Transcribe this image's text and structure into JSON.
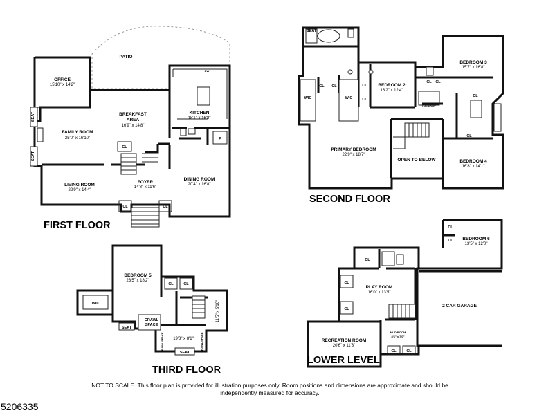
{
  "floors": {
    "first": {
      "title": "FIRST FLOOR",
      "rooms": {
        "patio": "PATIO",
        "office": {
          "name": "OFFICE",
          "dims": "15'10\" x 14'2\""
        },
        "breakfast": {
          "name1": "BREAKFAST",
          "name2": "AREA",
          "dims": "16'9\" x 14'8\""
        },
        "kitchen": {
          "name": "KITCHEN",
          "dims": "18'1\" x 16'8\""
        },
        "family": {
          "name": "FAMILY ROOM",
          "dims": "25'0\" x 16'10\""
        },
        "living": {
          "name": "LIVING ROOM",
          "dims": "22'9\" x 14'4\""
        },
        "foyer": {
          "name": "FOYER",
          "dims": "14'8\" x 11'6\""
        },
        "dining": {
          "name": "DINING ROOM",
          "dims": "20'4\" x 16'8\""
        }
      },
      "seat": "SEAT",
      "closet": "CL",
      "dishwasher": "DW",
      "pantry": "P"
    },
    "second": {
      "title": "SECOND FLOOR",
      "rooms": {
        "bedroom2": {
          "name": "BEDROOM 2",
          "dims": "13'2\" x 12'4\""
        },
        "bedroom3": {
          "name": "BEDROOM 3",
          "dims": "15'7\" x 16'8\""
        },
        "primary": {
          "name": "PRIMARY BEDROOM",
          "dims": "22'9\" x 18'7\""
        },
        "open": "OPEN TO BELOW",
        "bedroom4": {
          "name": "BEDROOM 4",
          "dims": "16'8\" x 14'1\""
        },
        "laundry": "LAUNDRY",
        "wic": "WIC"
      },
      "seat": "SEAT",
      "closet": "CL"
    },
    "third": {
      "title": "THIRD FLOOR",
      "rooms": {
        "bedroom5": {
          "name": "BEDROOM 5",
          "dims": "23'5\" x 18'2\""
        },
        "wic": "WIC",
        "crawl1": "CRAWL",
        "crawl2": "SPACE",
        "hall_dims": "19'3\" x 8'1\"",
        "side_dims": "11'5\" x 5'10\"",
        "crawl_space": "CRAWL SPACE"
      },
      "seat": "SEAT",
      "closet": "CL"
    },
    "lower": {
      "title": "LOWER LEVEL",
      "rooms": {
        "bedroom6": {
          "name": "BEDROOM 6",
          "dims": "13'5\" x 12'0\""
        },
        "play": {
          "name": "PLAY ROOM",
          "dims": "16'0\" x 13'5\""
        },
        "garage": "2 CAR GARAGE",
        "recreation": {
          "name": "RECREATION ROOM",
          "dims": "20'6\" x 11'3\""
        },
        "mud": {
          "name": "MUD ROOM",
          "dims": "8'6\" x 7'0\""
        }
      },
      "closet": "CL"
    }
  },
  "disclaimer": {
    "line1": "NOT TO SCALE. This floor plan is provided for illustration purposes only.  Room positions and dimensions are approximate and should be",
    "line2": "independently measured for accuracy."
  },
  "listing_id": "5206335"
}
